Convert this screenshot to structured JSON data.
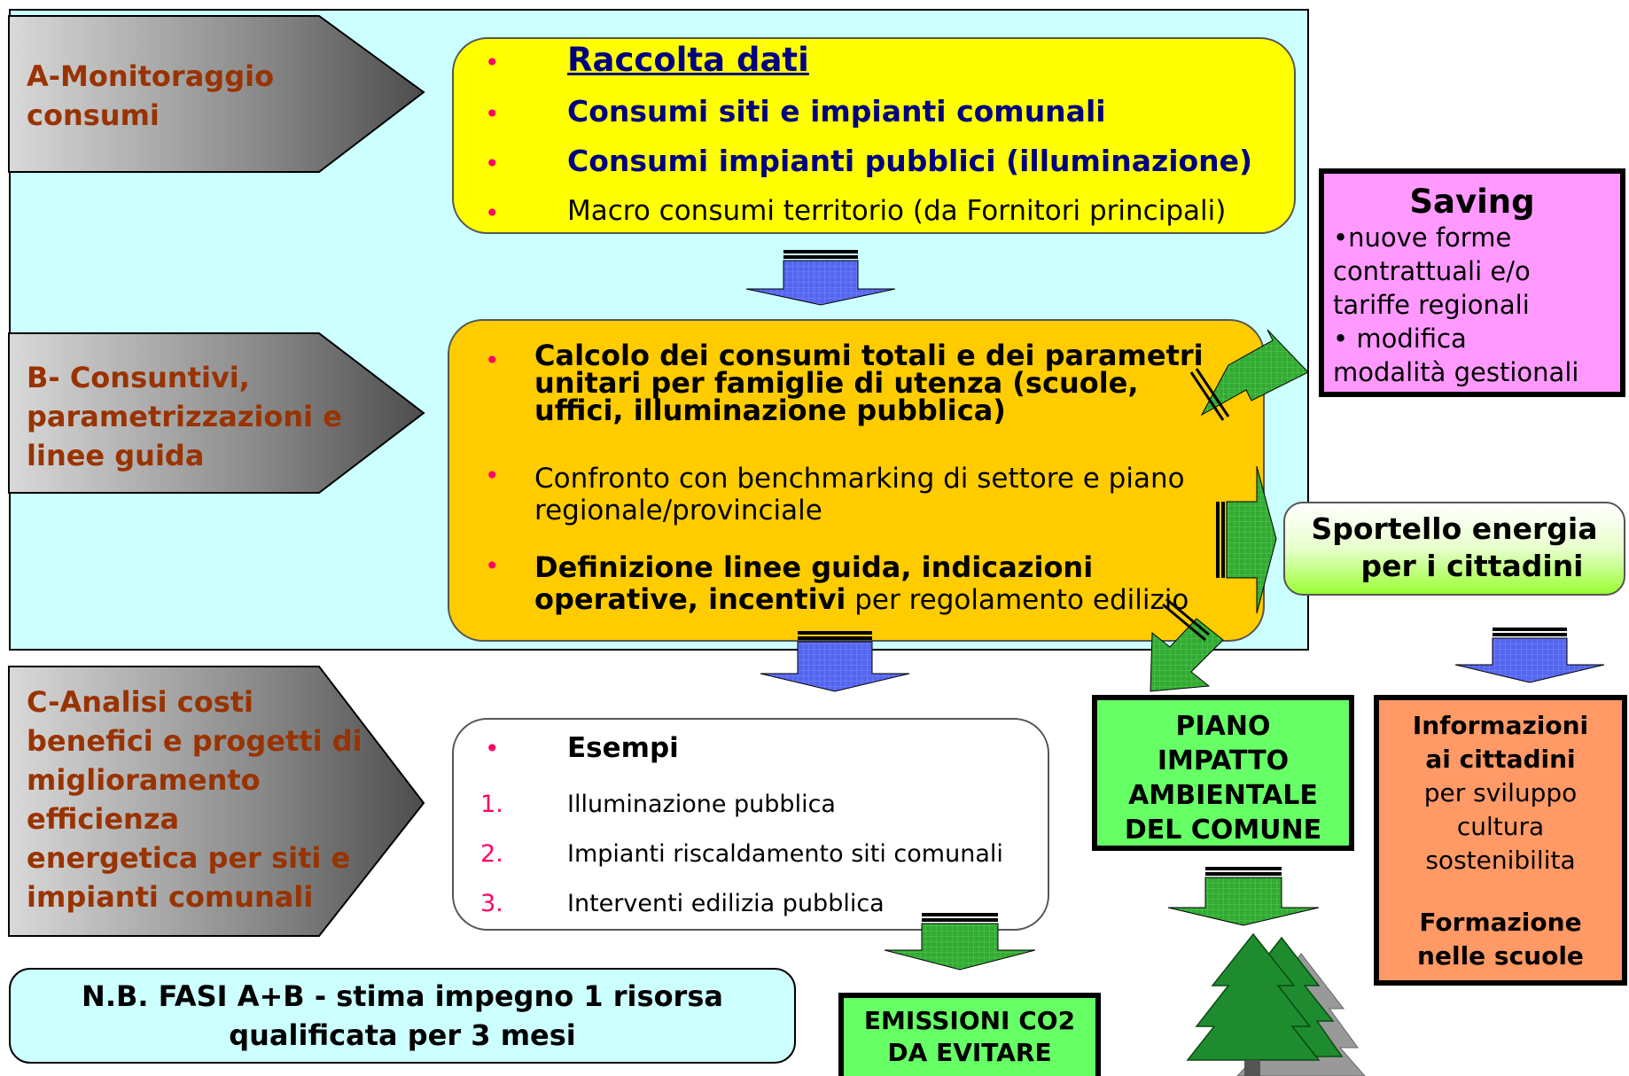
{
  "phases": {
    "a": {
      "line1": "A-Monitoraggio",
      "line2": "consumi"
    },
    "b": {
      "line1": "B- Consuntivi,",
      "line2": "parametrizzazioni e",
      "line3": "linee guida"
    },
    "c": {
      "line1": "C-Analisi costi",
      "line2": "benefici e progetti di",
      "line3": "miglioramento",
      "line4": "efficienza",
      "line5": "energetica per siti e",
      "line6": "impianti comunali"
    }
  },
  "box_a": {
    "bullet": "•",
    "item1": "Raccolta dati",
    "item2": "Consumi siti e impianti comunali",
    "item3": "Consumi impianti pubblici (illuminazione)",
    "item4": "Macro consumi territorio (da Fornitori principali)"
  },
  "box_b": {
    "item1_l1": "Calcolo dei consumi totali e dei parametri",
    "item1_l2": "unitari per famiglie di utenza (scuole,",
    "item1_l3": "uffici, illuminazione pubblica)",
    "item2_l1": "Confronto con benchmarking di settore e piano",
    "item2_l2": "regionale/provinciale",
    "item3_l1": "Definizione linee guida, indicazioni",
    "item3_l2_bold": "operative, incentivi",
    "item3_l2_rest": " per regolamento edilizio"
  },
  "box_c": {
    "heading": "Esempi",
    "n1": "1.",
    "e1": "Illuminazione pubblica",
    "n2": "2.",
    "e2": "Impianti riscaldamento siti comunali",
    "n3": "3.",
    "e3": "Interventi edilizia pubblica"
  },
  "note": {
    "line1": "N.B. FASI A+B - stima impegno 1 risorsa",
    "line2": "qualificata per 3 mesi"
  },
  "saving": {
    "title": "Saving",
    "l1": "•nuove forme",
    "l2": "contrattuali e/o",
    "l3": "tariffe regionali",
    "l4": "• modifica",
    "l5": "modalità gestionali"
  },
  "sportello": {
    "line1": "Sportello energia",
    "line2": "per i cittadini"
  },
  "piano": {
    "l1": "PIANO",
    "l2": "IMPATTO",
    "l3": "AMBIENTALE",
    "l4": "DEL COMUNE"
  },
  "informazioni": {
    "l1": "Informazioni",
    "l2": "ai cittadini",
    "l3": "per sviluppo",
    "l4": "cultura",
    "l5": "sostenibilita",
    "l6": "Formazione",
    "l7": "nelle scuole"
  },
  "emissioni": {
    "l1": "EMISSIONI CO2",
    "l2": "DA EVITARE"
  },
  "colors": {
    "panel": "#ccffff",
    "box_a": "#ffff00",
    "box_b": "#ffcc00",
    "saving": "#ff99ff",
    "green_box": "#66ff66",
    "orange_box": "#ff9966",
    "label": "#993300",
    "bullet": "#ff0066",
    "navy": "#000080",
    "blue_arrow": "#5566ee",
    "green_arrow": "#33aa33"
  },
  "icons": {
    "tree": "pine-trees-icon"
  }
}
